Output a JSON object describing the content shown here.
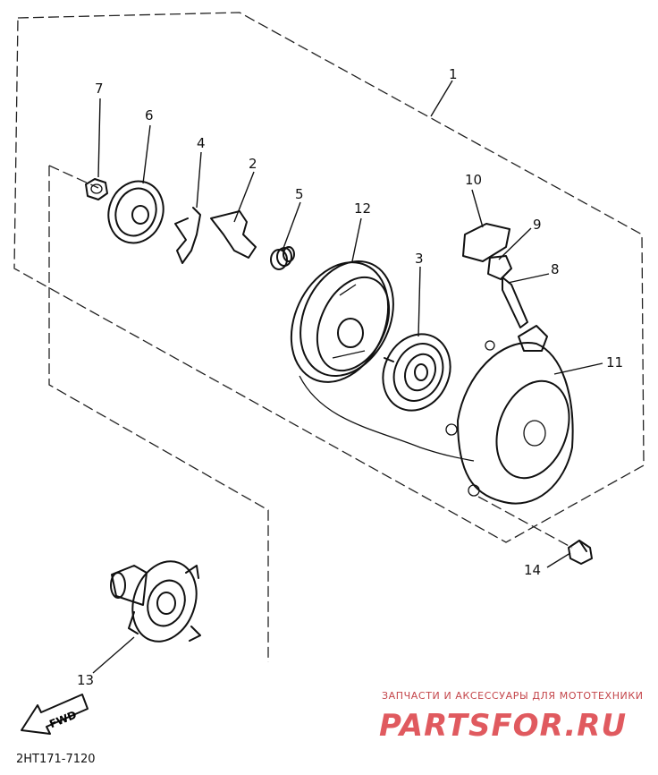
{
  "diagram": {
    "callouts": [
      {
        "id": "1",
        "label": "1"
      },
      {
        "id": "2",
        "label": "2"
      },
      {
        "id": "3",
        "label": "3"
      },
      {
        "id": "4",
        "label": "4"
      },
      {
        "id": "5",
        "label": "5"
      },
      {
        "id": "6",
        "label": "6"
      },
      {
        "id": "7",
        "label": "7"
      },
      {
        "id": "8",
        "label": "8"
      },
      {
        "id": "9",
        "label": "9"
      },
      {
        "id": "10",
        "label": "10"
      },
      {
        "id": "11",
        "label": "11"
      },
      {
        "id": "12",
        "label": "12"
      },
      {
        "id": "13",
        "label": "13"
      },
      {
        "id": "14",
        "label": "14"
      }
    ],
    "direction_label": "FWD",
    "drawing_code": "2HT171-7120"
  },
  "watermark": {
    "tagline": "ЗАПЧАСТИ И АКСЕССУАРЫ ДЛЯ МОТОТЕХНИКИ",
    "brand": "PARTSFOR.RU",
    "color": "#e05a5f"
  }
}
